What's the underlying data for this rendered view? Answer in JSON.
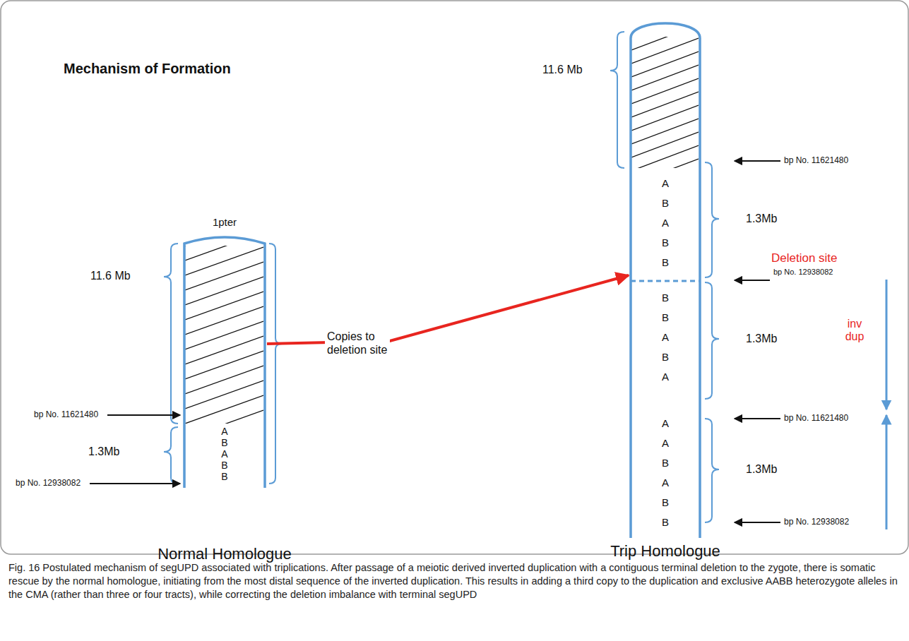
{
  "diagram": {
    "title": "Mechanism of Formation",
    "caption": "Fig. 16 Postulated mechanism of segUPD associated with triplications. After passage of a meiotic derived inverted duplication with a contiguous terminal deletion to the zygote, there is somatic rescue by the normal homologue, initiating from the most distal sequence of the inverted duplication. This results in adding a third copy to the duplication and exclusive AABB heterozygote alleles in the CMA (rather than three or four tracts), while correcting the deletion imbalance with terminal segUPD",
    "nodes": [
      {
        "text": [
          "A B A B B",
          "Normal Homologue"
        ]
      },
      {
        "text": [
          "A B A B B",
          "B B A B A",
          "A A B A B B",
          "Trip Homologue"
        ]
      }
    ],
    "edges": [
      {
        "from": 0,
        "to": 1,
        "arrow": "to",
        "label": "Copies to deletion site"
      }
    ],
    "labels": [
      "1pter",
      "11.6 Mb",
      "bp No. 11621480",
      "1.3Mb",
      "bp No. 12938082",
      "11.6 Mb",
      "bp No. 11621480",
      "1.3Mb",
      "Deletion site",
      "bp No. 12938082",
      "inv dup",
      "1.3Mb",
      "bp No. 11621480",
      "1.3Mb",
      "bp No. 12938082"
    ]
  }
}
